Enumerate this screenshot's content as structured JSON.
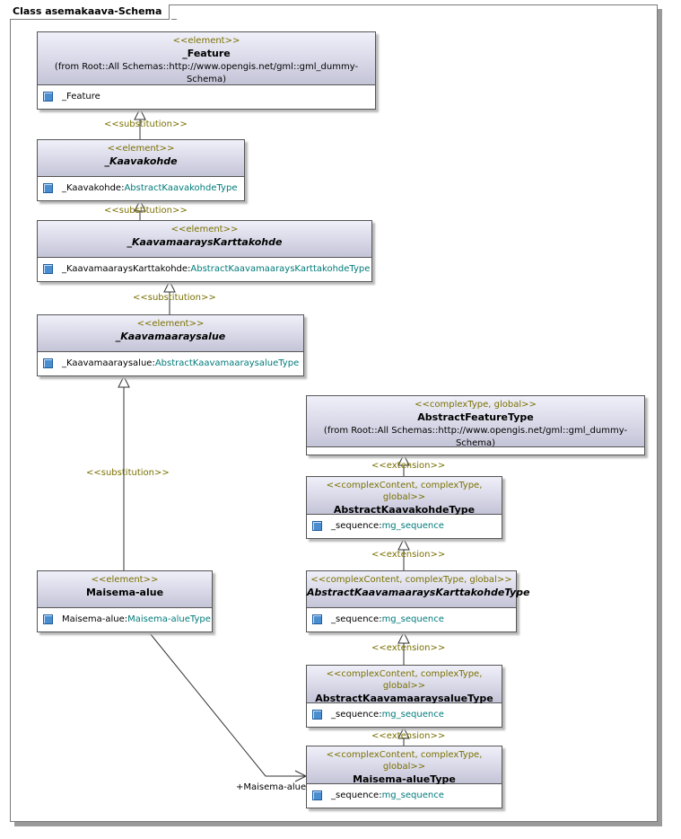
{
  "frame_title": "Class asemakaava-Schema",
  "classes": {
    "feature": {
      "stereotype": "<<element>>",
      "name": "_Feature",
      "from": "(from Root::All Schemas::http://www.opengis.net/gml::gml_dummy-Schema)",
      "attr_name": "_Feature"
    },
    "kaavakohde": {
      "stereotype": "<<element>>",
      "name": "_Kaavakohde",
      "attr_name": "_Kaavakohde:",
      "attr_type": "AbstractKaavakohdeType"
    },
    "karttakohde": {
      "stereotype": "<<element>>",
      "name": "_KaavamaaraysKarttakohde",
      "attr_name": "_KaavamaaraysKarttakohde:",
      "attr_type": "AbstractKaavamaaraysKarttakohdeType"
    },
    "maaraysalue": {
      "stereotype": "<<element>>",
      "name": "_Kaavamaaraysalue",
      "attr_name": "_Kaavamaaraysalue:",
      "attr_type": "AbstractKaavamaaraysalueType"
    },
    "maisema": {
      "stereotype": "<<element>>",
      "name": "Maisema-alue",
      "attr_name": "Maisema-alue:",
      "attr_type": "Maisema-alueType"
    },
    "afeature_type": {
      "stereotype": "<<complexType, global>>",
      "name": "AbstractFeatureType",
      "from": "(from Root::All Schemas::http://www.opengis.net/gml::gml_dummy-Schema)"
    },
    "akaavakohde_type": {
      "stereotype": "<<complexContent, complexType, global>>",
      "name": "AbstractKaavakohdeType",
      "attr_name": "_sequence:",
      "attr_type": "mg_sequence"
    },
    "akarttakohde_type": {
      "stereotype": "<<complexContent, complexType, global>>",
      "name": "AbstractKaavamaaraysKarttakohdeType",
      "attr_name": "_sequence:",
      "attr_type": "mg_sequence"
    },
    "amaaraysalue_type": {
      "stereotype": "<<complexContent, complexType, global>>",
      "name": "AbstractKaavamaaraysalueType",
      "attr_name": "_sequence:",
      "attr_type": "mg_sequence"
    },
    "maisema_type": {
      "stereotype": "<<complexContent, complexType, global>>",
      "name": "Maisema-alueType",
      "attr_name": "_sequence:",
      "attr_type": "mg_sequence"
    }
  },
  "labels": {
    "substitution": "<<substitution>>",
    "extension": "<<extension>>",
    "role": "+Maisema-alue"
  },
  "colors": {
    "stereotype": "#7a7000",
    "type_link": "#007a7a",
    "header_top": "#f0f0fa",
    "header_bottom": "#c4c4d8"
  }
}
